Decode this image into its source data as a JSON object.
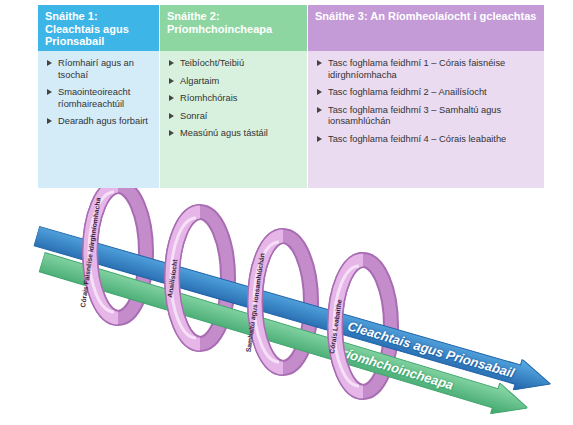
{
  "diagram": {
    "nodes": [
      {
        "text": [
          "Snáithe 1: Cleachtais agus Prionsabail",
          "Ríomhairí agus an tsochaí",
          "Smaointeoireacht ríomhaireachtúil",
          "Dearadh agus forbairt"
        ]
      },
      {
        "text": [
          "Snáithe 2: Príomhchoincheapa",
          "Teibíocht/Teibiú",
          "Algartaim",
          "Ríomhchórais",
          "Sonraí",
          "Measúnú agus tástáil"
        ]
      },
      {
        "text": [
          "Snáithe 3: An Ríomheolaíocht i gcleachtas",
          "Tasc foghlama feidhmí 1 – Córais faisnéise idirghníomhacha",
          "Tasc foghlama feidhmí 2 – Anailísíocht",
          "Tasc foghlama feidhmí 3 – Samhaltú agus ionsamhlúchán",
          "Tasc foghlama feidhmí 4 – Córais leabaithe"
        ]
      },
      {
        "text": [
          "Córais Faisnéise idirghníomhacha"
        ]
      },
      {
        "text": [
          "Anailísíocht"
        ]
      },
      {
        "text": [
          "Samhaltú agus ionsamhlúchán"
        ]
      },
      {
        "text": [
          "Córais Leabaithe"
        ]
      },
      {
        "text": [
          "Cleachtais agus Prionsabail"
        ]
      },
      {
        "text": [
          "Príomhchoincheapa"
        ]
      }
    ]
  }
}
